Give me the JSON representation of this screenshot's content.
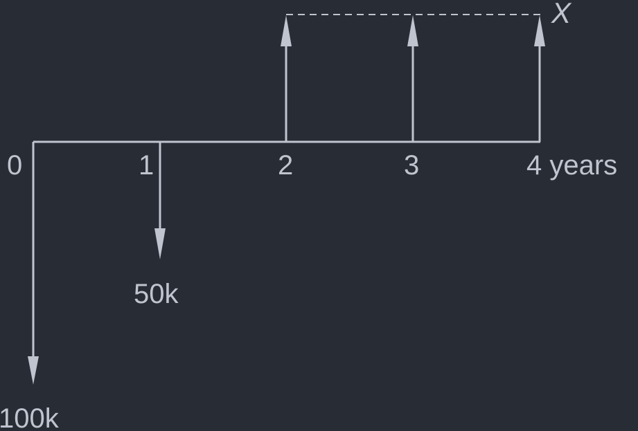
{
  "diagram": {
    "type": "cash-flow-diagram",
    "time_labels": [
      "0",
      "1",
      "2",
      "3",
      "4 years"
    ],
    "outflows": [
      {
        "period": 0,
        "label": "100k"
      },
      {
        "period": 1,
        "label": "50k"
      }
    ],
    "inflows": [
      {
        "period": 2
      },
      {
        "period": 3
      },
      {
        "period": 4
      }
    ],
    "inflow_label": "X",
    "colors": {
      "background": "#282c35",
      "ink": "#bfc4ce"
    }
  }
}
